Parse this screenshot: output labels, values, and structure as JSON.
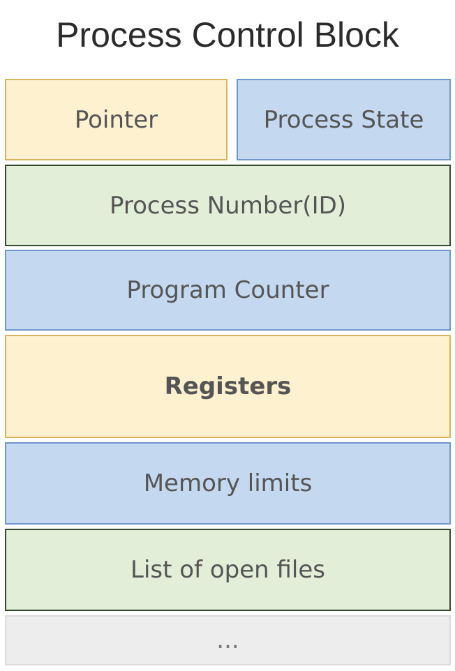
{
  "title": "Process Control Block",
  "fields": {
    "pointer": "Pointer",
    "process_state": "Process State",
    "process_number": "Process Number(ID)",
    "program_counter": "Program Counter",
    "registers": "Registers",
    "memory_limits": "Memory limits",
    "open_files": "List of open files",
    "more": "..."
  },
  "colors": {
    "yellow_fill": "#fdf1d0",
    "blue_fill": "#c4d8ef",
    "green_fill": "#e3eed8",
    "gray_fill": "#ededed"
  }
}
